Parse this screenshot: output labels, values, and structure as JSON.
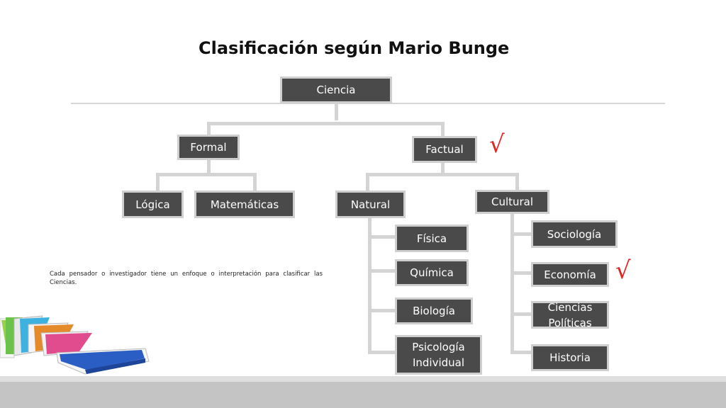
{
  "title": "Clasificación según Mario Bunge",
  "nodes": {
    "ciencia": "Ciencia",
    "formal": "Formal",
    "factual": "Factual",
    "logica": "Lógica",
    "matematicas": "Matemáticas",
    "natural": "Natural",
    "cultural": "Cultural",
    "fisica": "Física",
    "quimica": "Química",
    "biologia": "Biología",
    "psicologia": "Psicología Individual",
    "sociologia": "Sociología",
    "economia": "Economía",
    "ciencias_politicas": "Ciencias Políticas",
    "historia": "Historia"
  },
  "checkmark": "√",
  "note": "Cada pensador o investigador tiene un enfoque o interpretación para clasificar las Ciencias."
}
